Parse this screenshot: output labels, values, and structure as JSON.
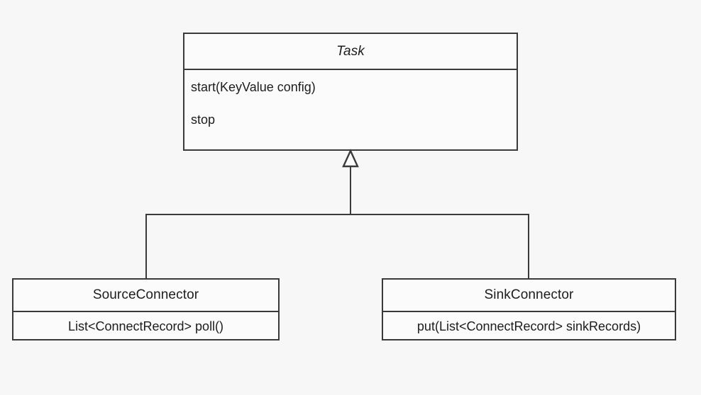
{
  "diagram": {
    "type": "uml-class-diagram",
    "background_color": "#f7f7f7",
    "line_color": "#3a3a3a",
    "box_fill_color": "#fbfbfb",
    "relationship": "generalization"
  },
  "classes": {
    "task": {
      "name": "Task",
      "abstract": true,
      "methods": [
        {
          "signature": "start(KeyValue config)"
        },
        {
          "signature": "stop"
        }
      ]
    },
    "source_connector": {
      "name": "SourceConnector",
      "abstract": false,
      "methods": [
        {
          "signature": "List<ConnectRecord> poll()"
        }
      ]
    },
    "sink_connector": {
      "name": "SinkConnector",
      "abstract": false,
      "methods": [
        {
          "signature": "put(List<ConnectRecord> sinkRecords)"
        }
      ]
    }
  }
}
